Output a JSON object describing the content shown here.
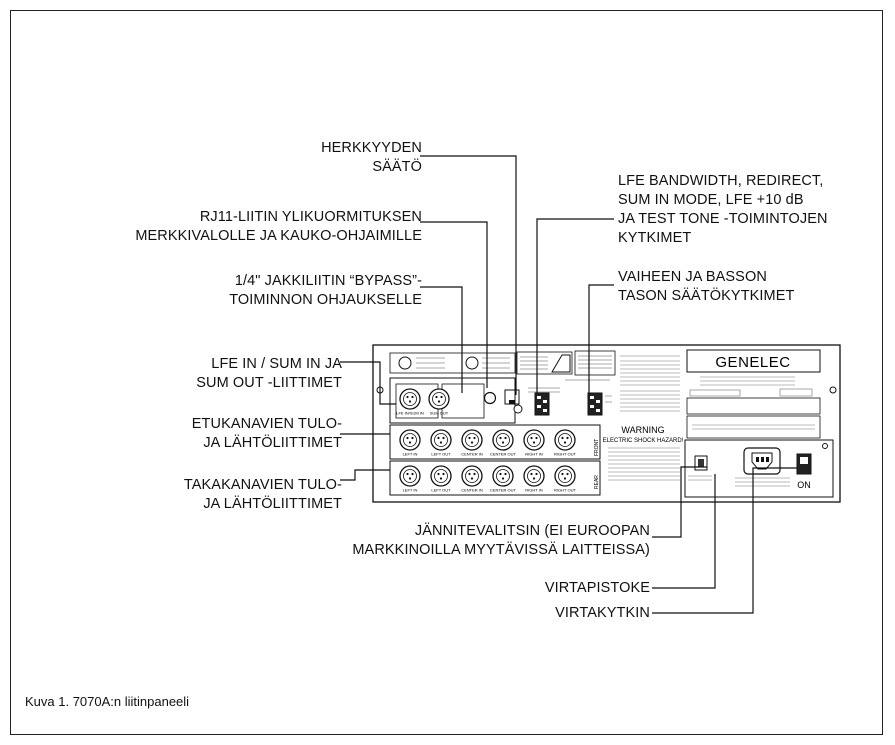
{
  "labels": {
    "herkkyys": [
      "HERKKYYDEN",
      "SÄÄTÖ"
    ],
    "rj11": [
      "RJ11-LIITIN YLIKUORMITUKSEN",
      "MERKKIVALOLLE JA KAUKO-OHJAIMILLE"
    ],
    "jakki": [
      "1/4\" JAKKILIITIN “BYPASS”-",
      "TOIMINNON OHJAUKSELLE"
    ],
    "lfe_in": [
      "LFE IN / SUM IN JA",
      "SUM OUT -LIITTIMET"
    ],
    "etukanavat": [
      "ETUKANAVIEN TULO-",
      "JA LÄHTÖLIITTIMET"
    ],
    "takakanavat": [
      "TAKAKANAVIEN TULO-",
      "JA LÄHTÖLIITTIMET"
    ],
    "lfe_bw": [
      "LFE BANDWIDTH, REDIRECT,",
      "SUM IN MODE, LFE +10 dB",
      "JA TEST TONE -TOIMINTOJEN",
      "KYTKIMET"
    ],
    "vaihe": [
      "VAIHEEN JA BASSON",
      "TASON SÄÄTÖKYTKIMET"
    ],
    "jannite": [
      "JÄNNITEVALITSIN (EI EUROOPAN",
      "MARKKINOILLA MYYTÄVISSÄ LAITTEISSA)"
    ],
    "virtapistoke": "VIRTAPISTOKE",
    "virtakytkin": "VIRTAKYTKIN"
  },
  "panel": {
    "brand": "GENELEC",
    "warning_title": "WARNING",
    "warning_sub": "ELECTRIC SHOCK HAZARD!",
    "front_tag": "FRONT",
    "rear_tag": "REAR",
    "power_switch_label": "ON",
    "lfe_connectors": [
      "LFE IN/SUM IN",
      "SUM OUT"
    ],
    "front_connectors": [
      "LEFT IN",
      "LEFT OUT",
      "CENTER IN",
      "CENTER OUT",
      "RIGHT IN",
      "RIGHT OUT"
    ],
    "rear_connectors": [
      "LEFT IN",
      "LEFT OUT",
      "CENTER IN",
      "CENTER OUT",
      "RIGHT IN",
      "RIGHT OUT"
    ]
  },
  "caption": "Kuva 1. 7070A:n liitinpaneeli"
}
